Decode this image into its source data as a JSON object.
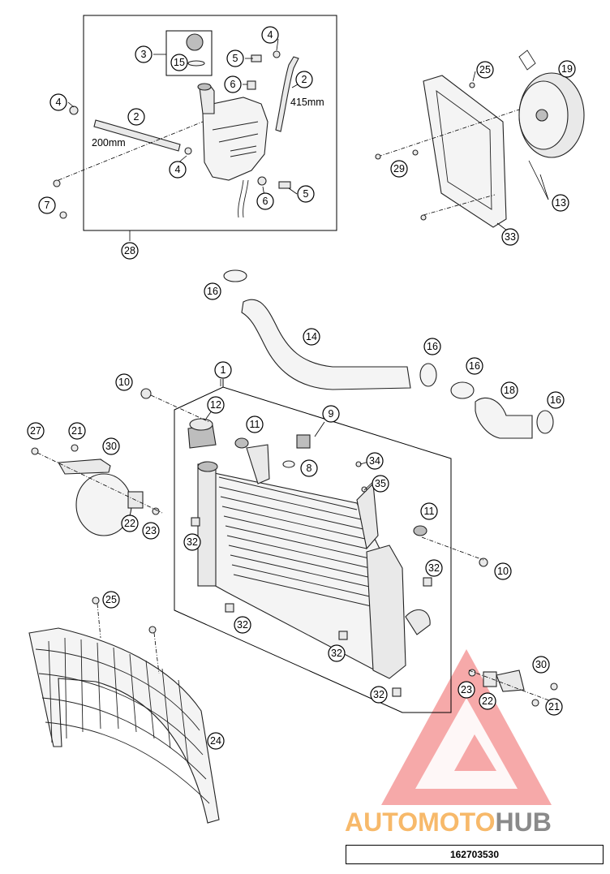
{
  "diagram": {
    "reference_number": "162703530",
    "watermark": {
      "text_a": "AUTOMOTO",
      "text_b": "HUB",
      "color_a": "#f7b96a",
      "color_b": "#8a8a8a",
      "triangle_color": "#f08a8a"
    },
    "dimensions": {
      "hose_long": "415mm",
      "hose_short": "200mm"
    },
    "callouts": [
      "1",
      "2",
      "3",
      "4",
      "5",
      "6",
      "7",
      "8",
      "9",
      "10",
      "11",
      "12",
      "13",
      "14",
      "15",
      "16",
      "18",
      "19",
      "21",
      "22",
      "23",
      "24",
      "25",
      "27",
      "28",
      "29",
      "30",
      "32",
      "33",
      "34",
      "35"
    ]
  }
}
